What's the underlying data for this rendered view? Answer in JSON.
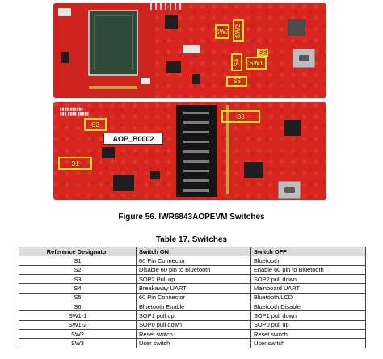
{
  "figure": {
    "caption": "Figure 56. IWR6843AOPEVM Switches",
    "labels": {
      "sw3": "SW3",
      "sw2": "SW2",
      "s6": "S6",
      "s4": "S4",
      "sw1": "SW1",
      "s5": "S5",
      "s2": "S2",
      "s3": "S3",
      "s1": "S1",
      "aop": "AOP_B0002"
    }
  },
  "table": {
    "title": "Table 17. Switches",
    "columns": [
      "Reference Designator",
      "Switch ON",
      "Switch OFF"
    ],
    "rows": [
      [
        "S1",
        "60 Pin Connector",
        "Bluetooth"
      ],
      [
        "S2",
        "Disable 60 pin to Bluetooth",
        "Enable 60 pin to Bluetooth"
      ],
      [
        "S3",
        "SOP2 Pull up",
        "SOP2 pull down"
      ],
      [
        "S4",
        "Breakaway UART",
        "Mainboard UART"
      ],
      [
        "S5",
        "60 Pin Connector",
        "Bluetooth/LCD"
      ],
      [
        "S6",
        "Bluetooth Enable",
        "Bluetooth Disable"
      ],
      [
        "SW1-1",
        "SOP1 pull up",
        "SOP1 pull down"
      ],
      [
        "SW1-2",
        "SOP0 pull down",
        "SOP0 pull up"
      ],
      [
        "SW2",
        "Reset switch",
        "Reset switch"
      ],
      [
        "SW3",
        "User switch",
        "User switch"
      ]
    ]
  }
}
